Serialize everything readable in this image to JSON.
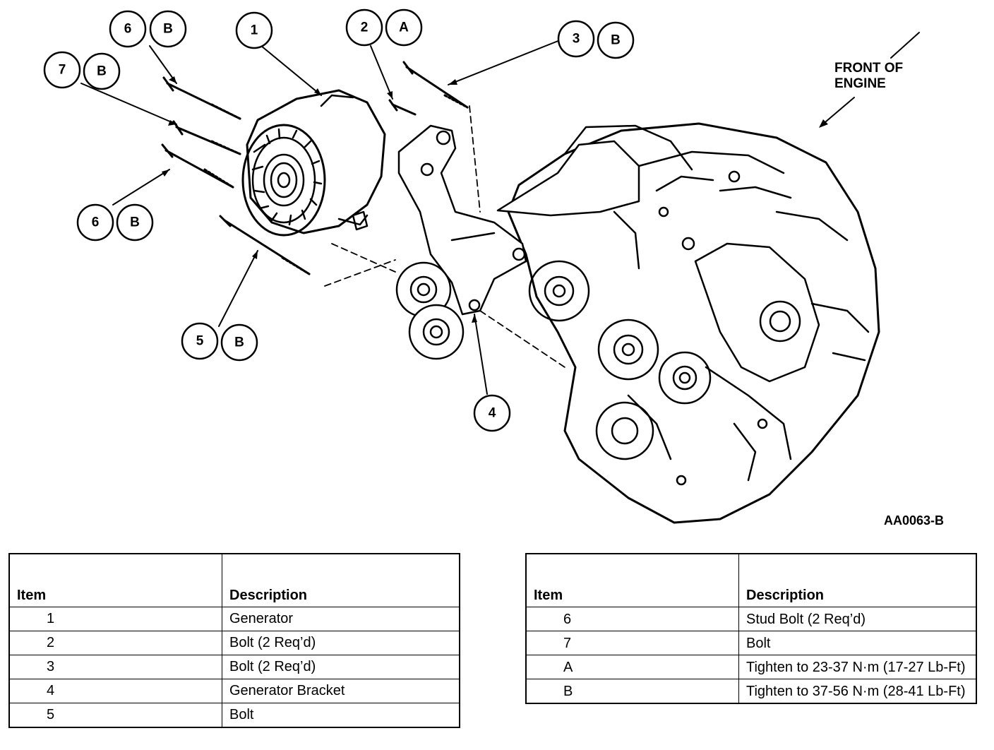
{
  "callouts": [
    {
      "num": "6",
      "letter": "B"
    },
    {
      "num": "1",
      "letter": ""
    },
    {
      "num": "2",
      "letter": "A"
    },
    {
      "num": "3",
      "letter": "B"
    },
    {
      "num": "7",
      "letter": "B"
    },
    {
      "num": "6",
      "letter": "B"
    },
    {
      "num": "5",
      "letter": "B"
    },
    {
      "num": "4",
      "letter": ""
    }
  ],
  "orientation": {
    "line1": "FRONT OF",
    "line2": "ENGINE"
  },
  "figure_code": "AA0063-B",
  "legend_left": {
    "headers": {
      "item": "Item",
      "description": "Description"
    },
    "rows": [
      {
        "item": "1",
        "description": "Generator"
      },
      {
        "item": "2",
        "description": "Bolt  (2 Req’d)"
      },
      {
        "item": "3",
        "description": "Bolt  (2 Req’d)"
      },
      {
        "item": "4",
        "description": "Generator Bracket"
      },
      {
        "item": "5",
        "description": "Bolt"
      }
    ]
  },
  "legend_right": {
    "headers": {
      "item": "Item",
      "description": "Description"
    },
    "rows": [
      {
        "item": "6",
        "description": "Stud Bolt  (2 Req’d)"
      },
      {
        "item": "7",
        "description": "Bolt"
      },
      {
        "item": "A",
        "description": "Tighten to 23-37 N·m (17-27 Lb-Ft)"
      },
      {
        "item": "B",
        "description": "Tighten to 37-56 N·m (28-41 Lb-Ft)"
      }
    ]
  }
}
